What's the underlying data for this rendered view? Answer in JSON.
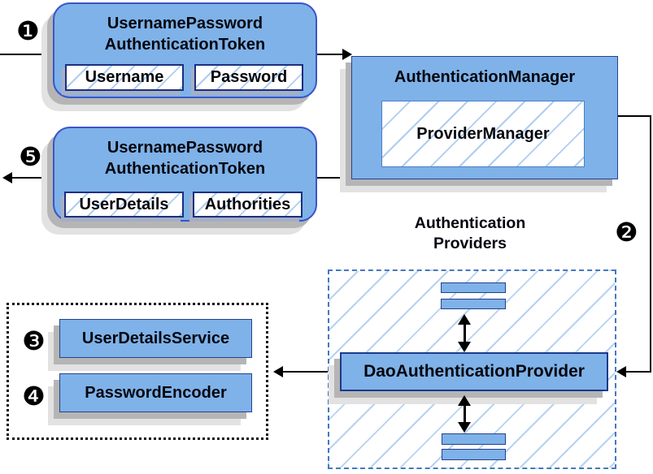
{
  "badges": {
    "step1": "❶",
    "step2": "❷",
    "step3": "❸",
    "step4": "❹",
    "step5": "❺"
  },
  "request_token": {
    "title_line1": "UsernamePassword",
    "title_line2": "AuthenticationToken",
    "field_left": "Username",
    "field_right": "Password"
  },
  "authentication_manager": {
    "title": "AuthenticationManager",
    "inner_label": "ProviderManager"
  },
  "result_token": {
    "title_line1": "UsernamePassword",
    "title_line2": "AuthenticationToken",
    "field_left": "UserDetails",
    "field_right": "Authorities"
  },
  "providers_group": {
    "heading_line1": "Authentication",
    "heading_line2": "Providers",
    "provider_label": "DaoAuthenticationProvider"
  },
  "dependencies": {
    "service_label": "UserDetailsService",
    "encoder_label": "PasswordEncoder"
  },
  "colors": {
    "node_fill": "#7fb2e8",
    "rounded_border": "#3b54c8",
    "rect_border": "#24418f",
    "field_border": "#1b2f7e",
    "hatch_line": "#aecdf2",
    "dashed_group_border": "#4579be",
    "dotted_group_border": "#101010",
    "connector": "#000000",
    "shadow": "#b5b5b5"
  }
}
